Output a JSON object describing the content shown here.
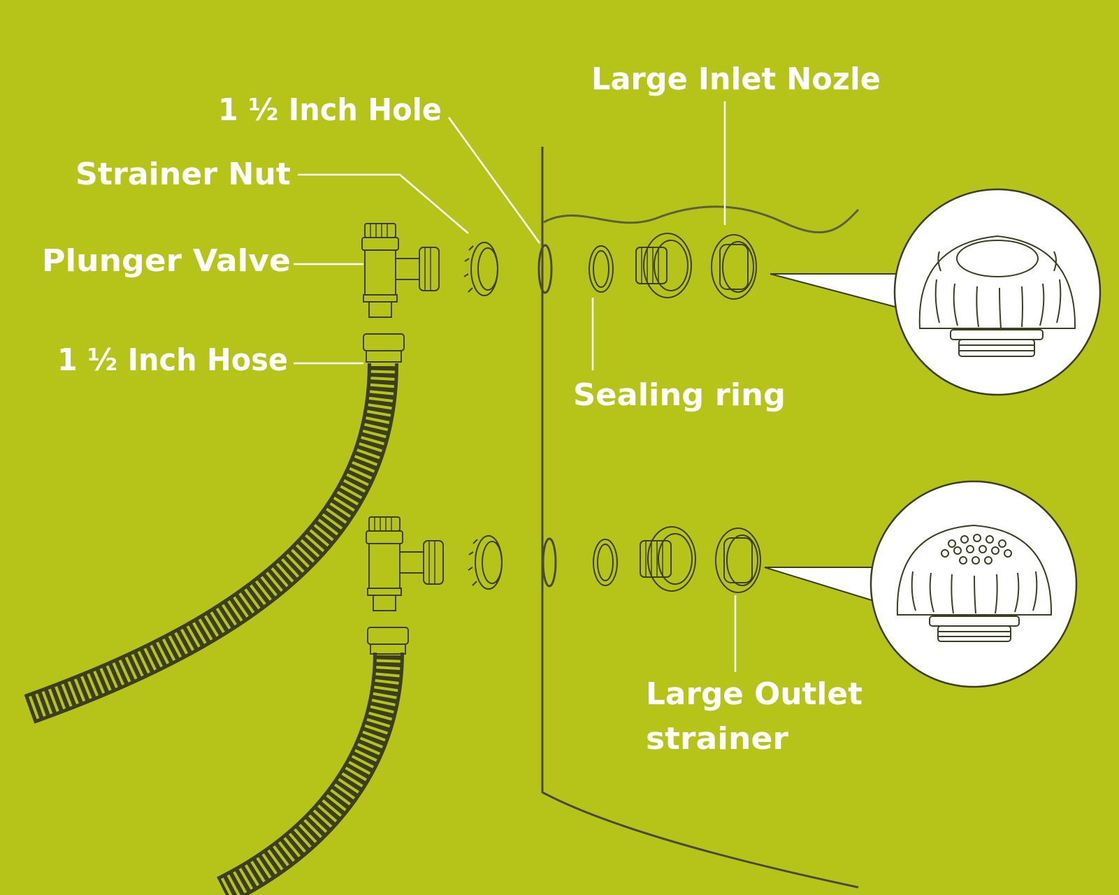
{
  "colors": {
    "background": "#b6c419",
    "label_text": "#ffffff",
    "part_outline": "#3b3f1e",
    "pool_wall": "#4a4a34",
    "callout_bg": "#ffffff"
  },
  "labels": {
    "hole": "1 ½ Inch Hole",
    "strainer_nut": "Strainer Nut",
    "plunger_valve": "Plunger Valve",
    "hose": "1 ½ Inch Hose",
    "inlet_nozzle": "Large Inlet Nozle",
    "sealing_ring": "Sealing ring",
    "outlet_strainer_line1": "Large Outlet",
    "outlet_strainer_line2": "strainer"
  },
  "icons": {
    "inlet_detail": "inlet-nozzle-icon",
    "outlet_detail": "outlet-strainer-icon"
  }
}
